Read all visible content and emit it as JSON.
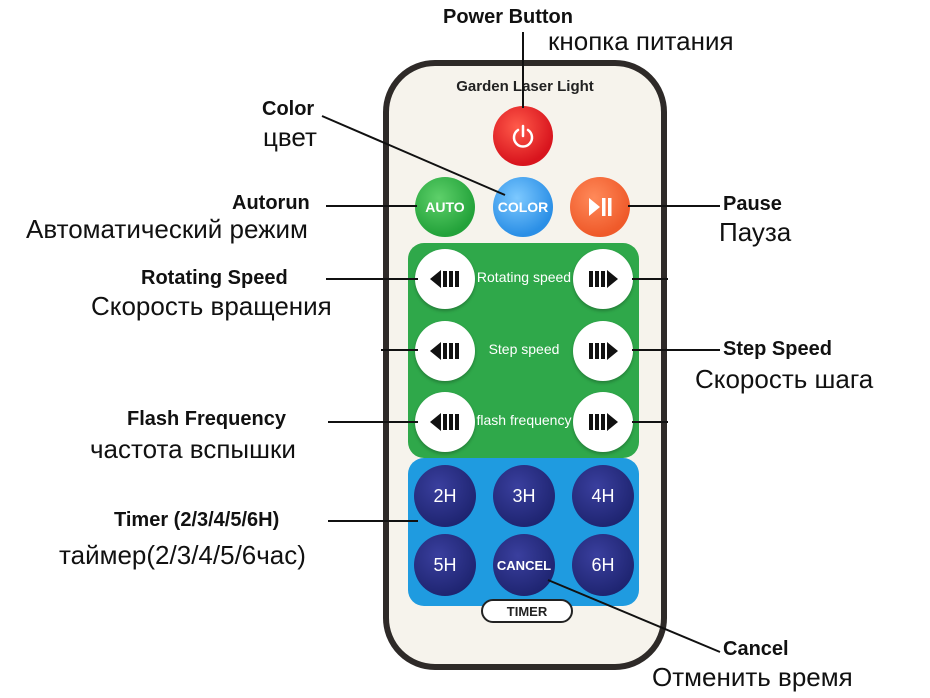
{
  "remote": {
    "title": "Garden Laser Light",
    "buttons": {
      "power_icon": "power-icon",
      "auto": "AUTO",
      "color": "COLOR",
      "pause_icon": "play-pause-icon",
      "rows": [
        {
          "label": "Rotating speed",
          "left_icon": "arrow-left-icon",
          "right_icon": "arrow-right-icon"
        },
        {
          "label": "Step speed",
          "left_icon": "arrow-left-icon",
          "right_icon": "arrow-right-icon"
        },
        {
          "label": "flash frequency",
          "left_icon": "arrow-left-icon",
          "right_icon": "arrow-right-icon"
        }
      ],
      "timers": [
        "2H",
        "3H",
        "4H",
        "5H",
        "CANCEL",
        "6H"
      ],
      "timer_tag": "TIMER"
    },
    "colors": {
      "power": "#d8141d",
      "auto": "#23a23a",
      "color": "#2b8fe6",
      "pause": "#ef5a2a",
      "green_panel": "#2fa84a",
      "blue_panel": "#1f9be0",
      "timer_button": "#1e2470"
    }
  },
  "callouts": {
    "power": {
      "en": "Power Button",
      "ru": "кнопка питания"
    },
    "color": {
      "en": "Color",
      "ru": "цвет"
    },
    "autorun": {
      "en": "Autorun",
      "ru": "Автоматический режим"
    },
    "pause": {
      "en": "Pause",
      "ru": "Пауза"
    },
    "rotating": {
      "en": "Rotating Speed",
      "ru": "Скорость вращения"
    },
    "step": {
      "en": "Step Speed",
      "ru": "Скорость шага"
    },
    "flash": {
      "en": "Flash Frequency",
      "ru": "частота вспышки"
    },
    "timer": {
      "en": "Timer (2/3/4/5/6H)",
      "ru": "таймер(2/3/4/5/6час)"
    },
    "cancel": {
      "en": "Cancel",
      "ru": "Отменить время"
    }
  }
}
